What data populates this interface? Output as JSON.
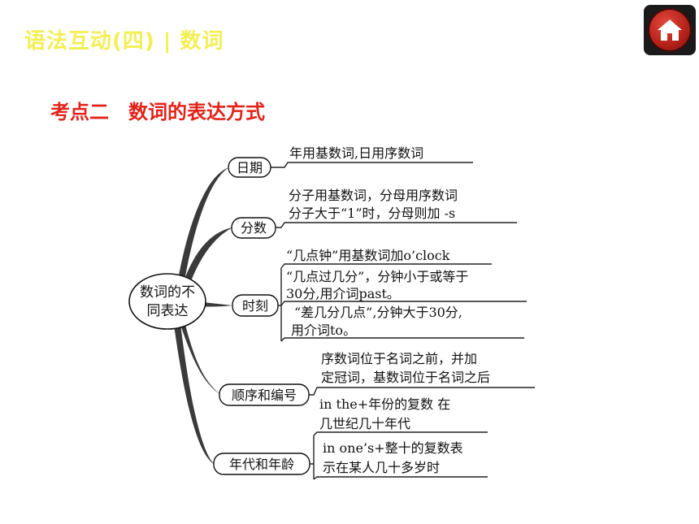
{
  "header": {
    "title": "语法互动(四) | 数词"
  },
  "home_button": {
    "icon": "home-icon"
  },
  "section": {
    "title": "考点二　数词的表达方式"
  },
  "mindmap": {
    "root": [
      "数词的不",
      "同表达"
    ],
    "branches": {
      "date": {
        "label": "日期",
        "details": [
          "年用基数词,日用序数词"
        ]
      },
      "fraction": {
        "label": "分数",
        "details": [
          "分子用基数词，分母用序数词",
          "分子大于“1”时，分母则加 -s"
        ]
      },
      "time": {
        "label": "时刻",
        "details": [
          "“几点钟”用基数词加o’clock",
          "“几点过几分”，分钟小于或等于",
          "30分,用介词past。",
          "“差几分几点”,分钟大于30分,",
          "用介词to。"
        ]
      },
      "order": {
        "label": "顺序和编号",
        "details": [
          "序数词位于名词之前，并加",
          "定冠词，基数词位于名词之后"
        ]
      },
      "age": {
        "label": "年代和年龄",
        "details": [
          "in the+年份的复数  在",
          "几世纪几十年代",
          "in one’s+整十的复数表",
          "示在某人几十多岁时"
        ]
      }
    }
  },
  "colors": {
    "header": "#f3ef56",
    "section": "#e2231a",
    "home_button": "#c0281d"
  }
}
